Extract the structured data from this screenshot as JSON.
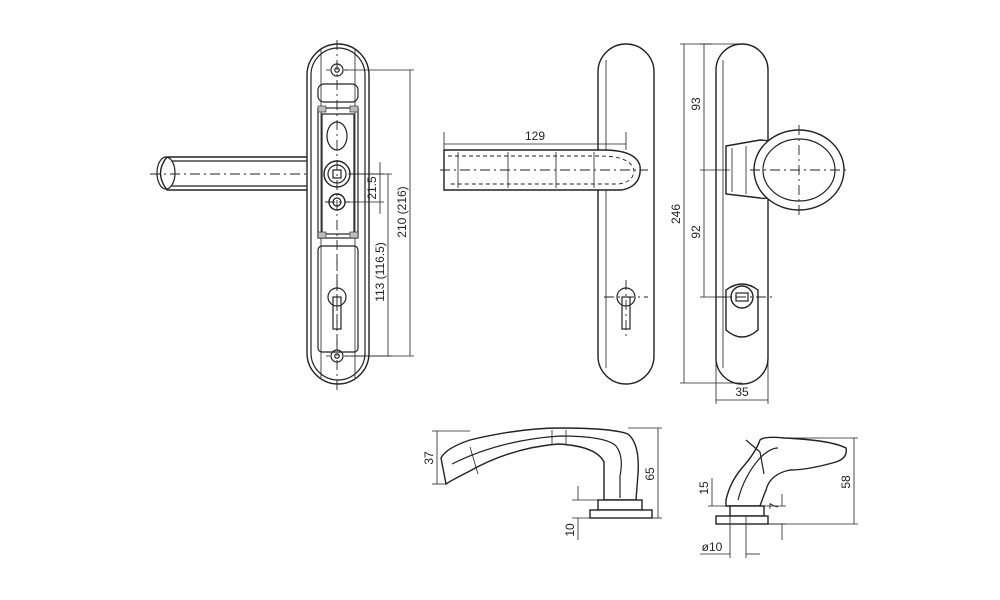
{
  "dimensions": {
    "front_view": {
      "d_21_5": "21.5",
      "d_113": "113 (116.5)",
      "d_210": "210 (216)"
    },
    "side_view": {
      "d_129": "129"
    },
    "rear_view": {
      "d_93": "93",
      "d_92": "92",
      "d_246": "246",
      "d_35": "35"
    },
    "lever_view": {
      "d_37": "37",
      "d_65": "65",
      "d_10": "10"
    },
    "knob_view": {
      "d_15": "15",
      "d_7": "7",
      "d_58": "58",
      "d_dia10": "ø10"
    }
  },
  "colors": {
    "line": "#222222",
    "background": "#ffffff"
  }
}
